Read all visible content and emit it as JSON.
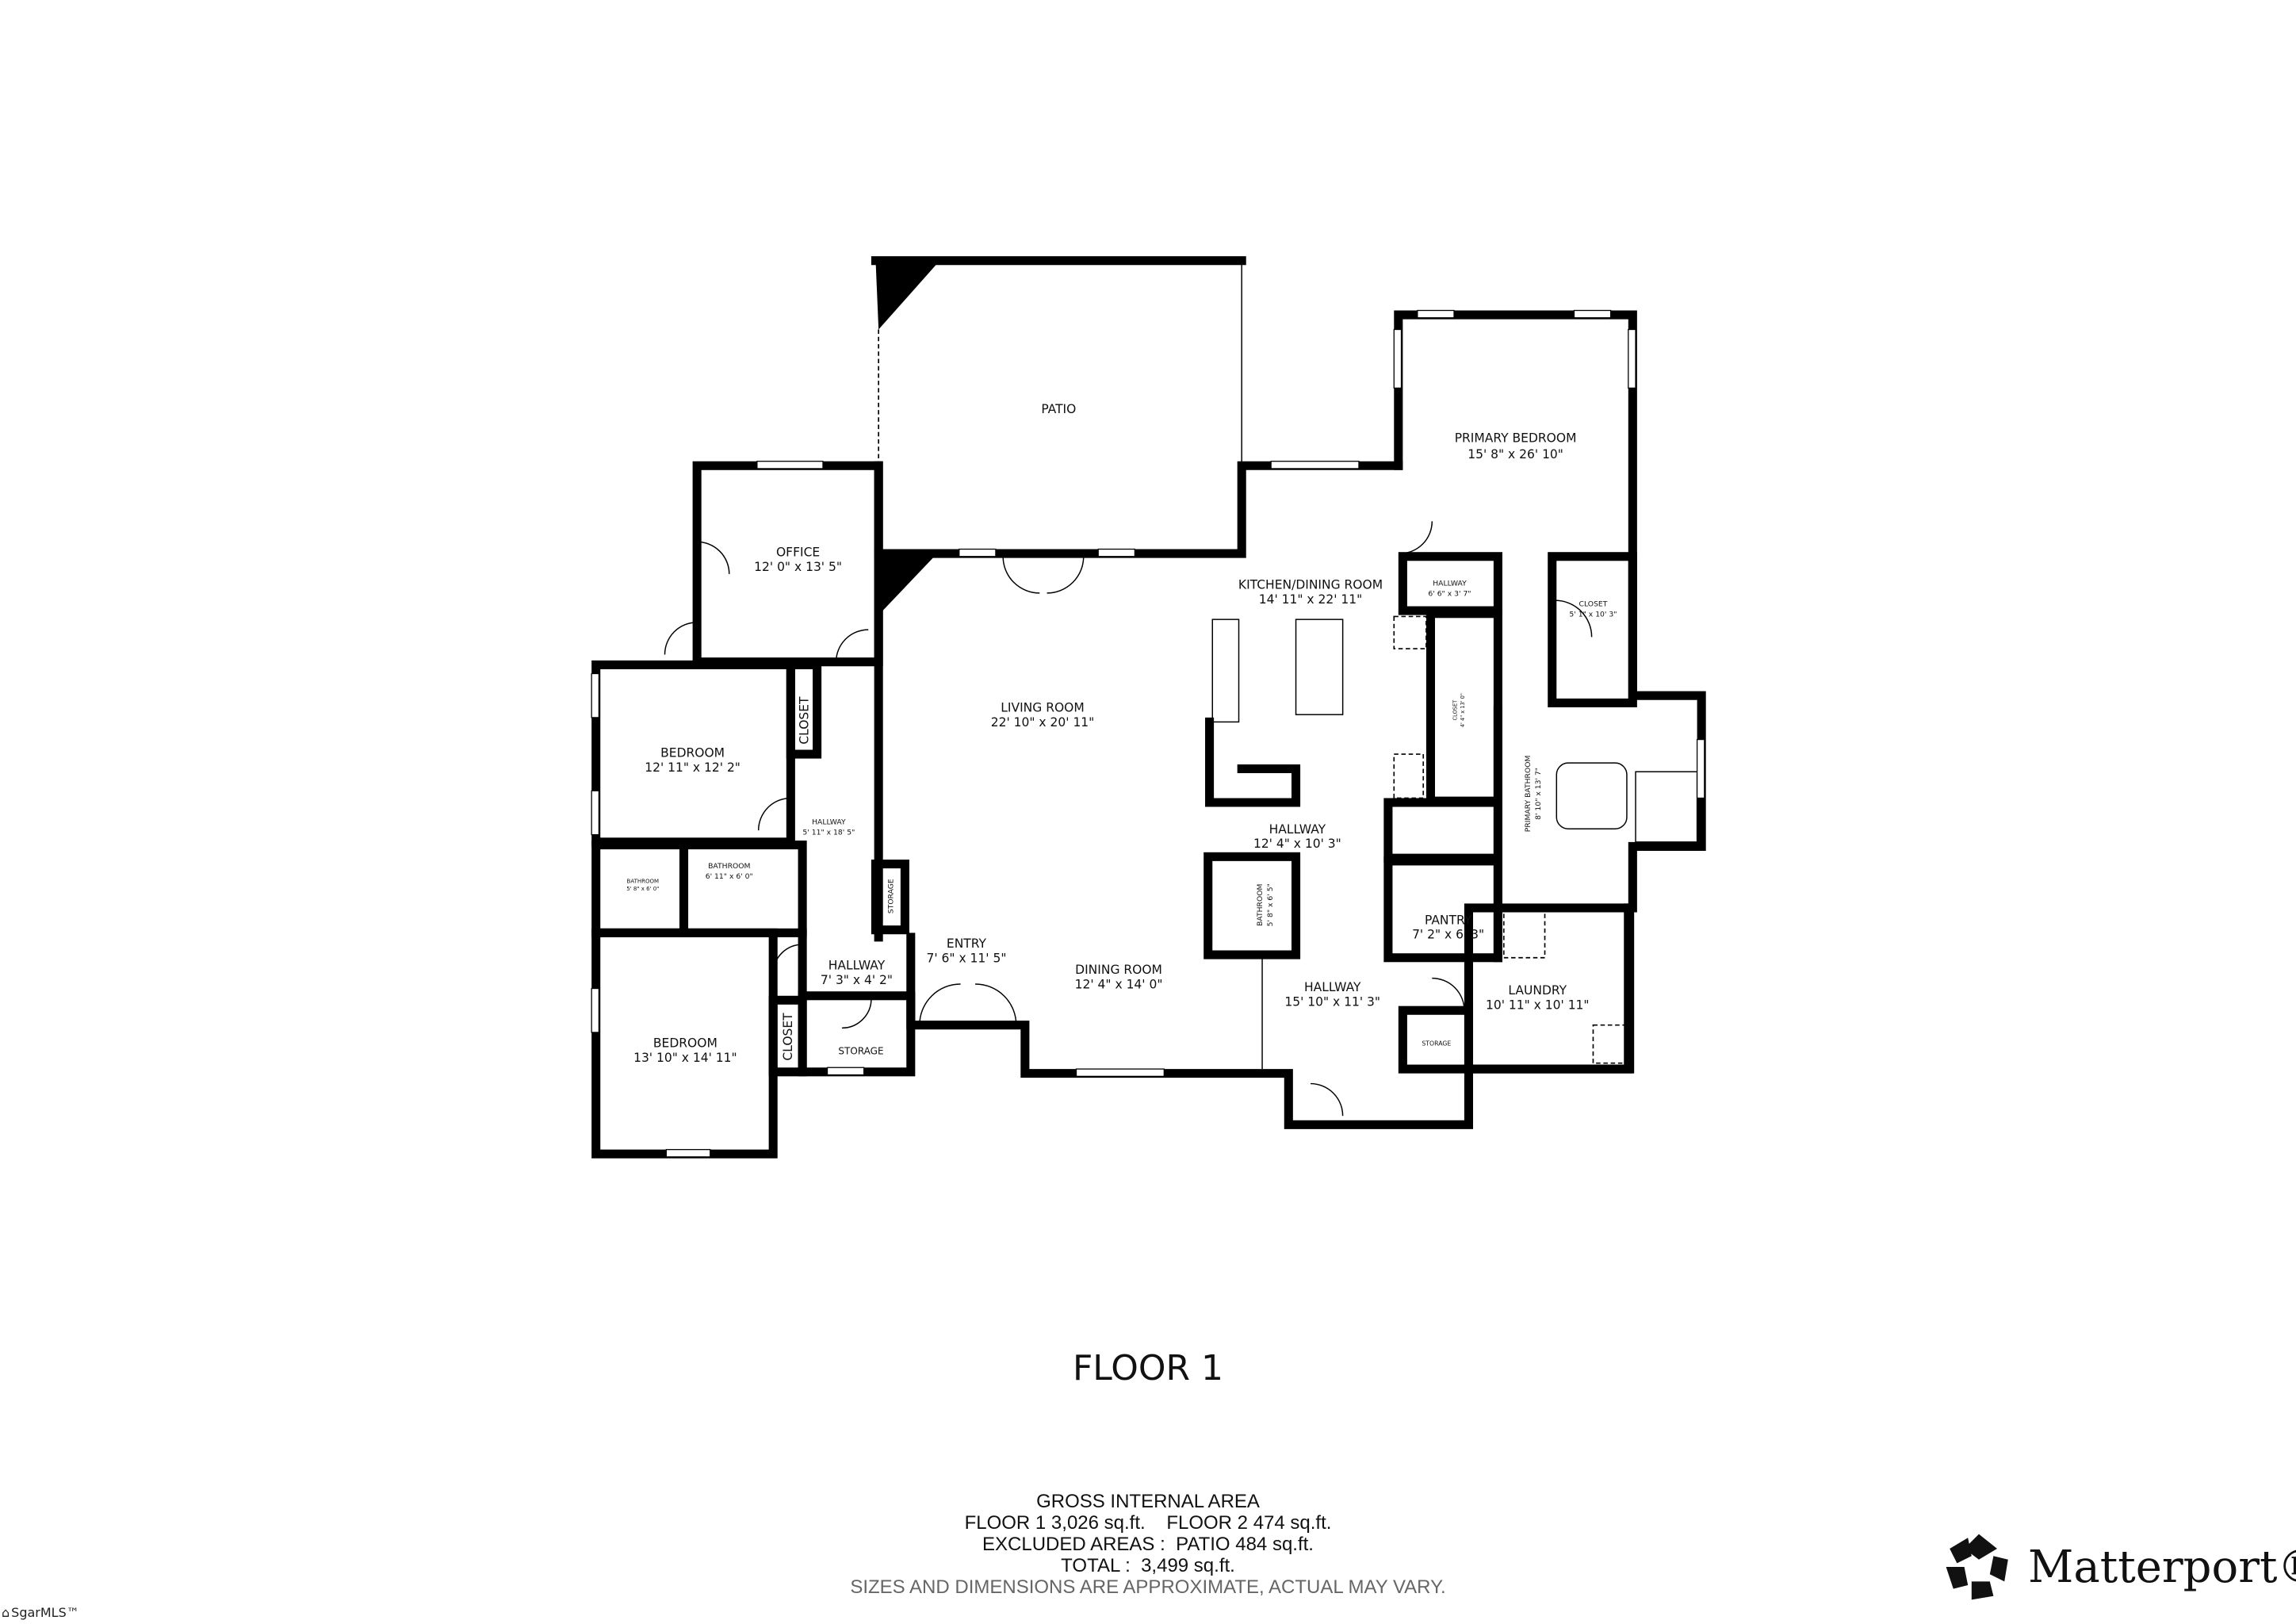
{
  "floor_title": "FLOOR 1",
  "rooms": {
    "patio": {
      "name": "PATIO"
    },
    "office": {
      "name": "OFFICE",
      "dims": "12' 0\" x 13' 5\""
    },
    "living": {
      "name": "LIVING ROOM",
      "dims": "22' 10\" x 20' 11\""
    },
    "kitchen": {
      "name": "KITCHEN/DINING ROOM",
      "dims": "14' 11\" x 22' 11\""
    },
    "primary_bedroom": {
      "name": "PRIMARY BEDROOM",
      "dims": "15' 8\" x 26' 10\""
    },
    "hallway_small": {
      "name": "HALLWAY",
      "dims": "6' 6\" x 3' 7\""
    },
    "closet_primary": {
      "name": "CLOSET",
      "dims": "5' 1\" x 10' 3\""
    },
    "closet_narrow": {
      "name": "CLOSET",
      "dims": "4' 4\" x 13' 0\""
    },
    "primary_bath": {
      "name": "PRIMARY BATHROOM",
      "dims": "8' 10\" x 13' 7\""
    },
    "bedroom1": {
      "name": "BEDROOM",
      "dims": "12' 11\" x 12' 2\""
    },
    "closet1": {
      "name": "CLOSET"
    },
    "hallway_left": {
      "name": "HALLWAY",
      "dims": "5' 11\" x 18' 5\""
    },
    "bath_small": {
      "name": "BATHROOM",
      "dims": "5' 8\" x 6' 0\""
    },
    "bath2": {
      "name": "BATHROOM",
      "dims": "6' 11\" x 6' 0\""
    },
    "storage1": {
      "name": "STORAGE"
    },
    "hallway_center": {
      "name": "HALLWAY",
      "dims": "12' 4\" x 10' 3\""
    },
    "bath_center": {
      "name": "BATHROOM",
      "dims": "5' 8\" x 6' 5\""
    },
    "pantry": {
      "name": "PANTRY",
      "dims": "7' 2\" x 6' 3\""
    },
    "entry": {
      "name": "ENTRY",
      "dims": "7' 6\" x 11' 5\""
    },
    "dining": {
      "name": "DINING ROOM",
      "dims": "12' 4\" x 14' 0\""
    },
    "hallway_bottom": {
      "name": "HALLWAY",
      "dims": "15' 10\" x 11' 3\""
    },
    "laundry": {
      "name": "LAUNDRY",
      "dims": "10' 11\" x 10' 11\""
    },
    "hallway_lower": {
      "name": "HALLWAY",
      "dims": "7' 3\" x 4' 2\""
    },
    "bedroom2": {
      "name": "BEDROOM",
      "dims": "13' 10\" x 14' 11\""
    },
    "closet2": {
      "name": "CLOSET"
    },
    "storage2": {
      "name": "STORAGE"
    },
    "storage3": {
      "name": "STORAGE"
    }
  },
  "area": {
    "heading": "GROSS INTERNAL AREA",
    "floors": "FLOOR 1 3,026 sq.ft.    FLOOR 2 474 sq.ft.",
    "excluded": "EXCLUDED AREAS :  PATIO 484 sq.ft.",
    "total": "TOTAL :  3,499 sq.ft.",
    "note": "SIZES AND DIMENSIONS ARE APPROXIMATE, ACTUAL MAY VARY."
  },
  "mls_logo": "SgarMLS™",
  "brand": "Matterport®"
}
